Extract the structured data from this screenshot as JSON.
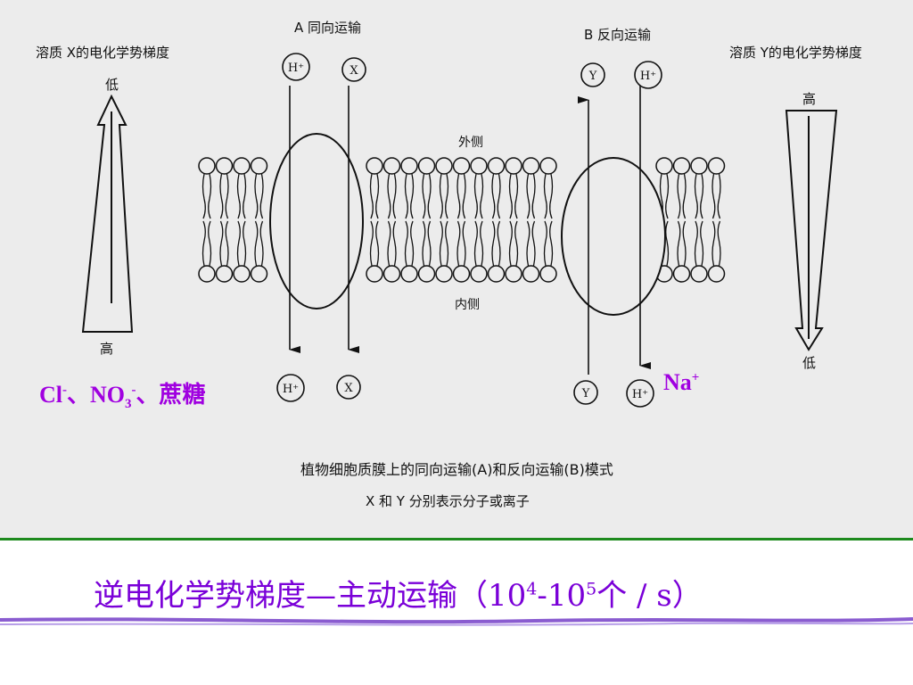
{
  "diagram": {
    "solute_x_label": "溶质 X的电化学势梯度",
    "solute_x_low": "低",
    "solute_x_high": "高",
    "symport_label": "A 同向运输",
    "antiport_label": "B 反向运输",
    "solute_y_label": "溶质 Y的电化学势梯度",
    "solute_y_high": "高",
    "solute_y_low": "低",
    "outside_label": "外侧",
    "inside_label": "内侧",
    "ion_h": "H⁺",
    "ion_x": "X",
    "ion_y": "Y",
    "caption_line1": "植物细胞质膜上的同向运输(A)和反向运输(B)模式",
    "caption_line2": "X 和 Y 分别表示分子或离子"
  },
  "annotations": {
    "left": {
      "cl": "Cl",
      "cl_sup": "-",
      "sep1": "、NO",
      "no_sub": "3",
      "no_sup": "-",
      "sep2": "、蔗糖"
    },
    "right": {
      "na": "Na",
      "na_sup": "+"
    }
  },
  "title": {
    "main": "逆电化学势梯度—主动运输（10",
    "exp1": "4",
    "mid": "-10",
    "exp2": "5",
    "tail": "个 / s）"
  },
  "colors": {
    "panel_bg": "#ececec",
    "green_rule": "#1e8a1e",
    "annotation": "#a000e0",
    "title": "#7a00d8",
    "underline": "#8a5cd0"
  }
}
